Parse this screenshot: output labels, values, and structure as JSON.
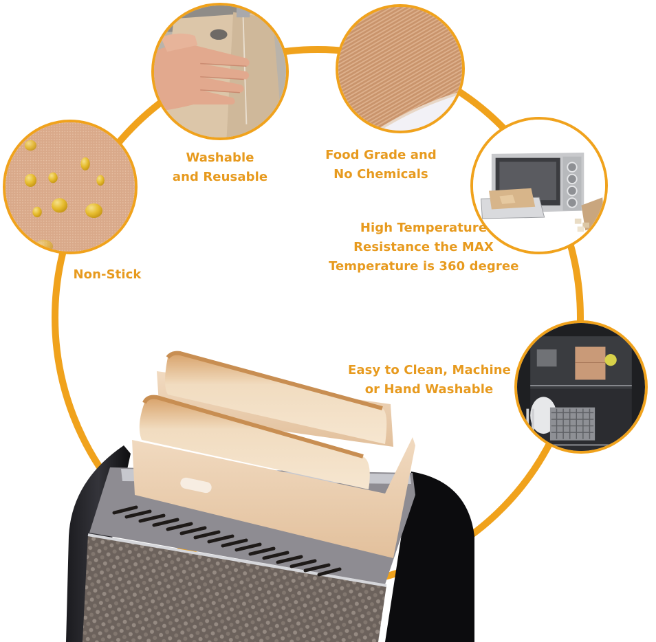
{
  "theme": {
    "accent": "#F0A21C",
    "label_color": "#E79A1E",
    "background": "#FFFFFF"
  },
  "features": [
    {
      "id": "non-stick",
      "lines": [
        "Non-Stick"
      ],
      "image": "ptfe-mesh-with-water-droplets"
    },
    {
      "id": "washable",
      "lines": [
        "Washable",
        "and Reusable"
      ],
      "image": "hand-washing-bag-under-faucet"
    },
    {
      "id": "food-grade",
      "lines": [
        "Food Grade and",
        "No Chemicals"
      ],
      "image": "close-up-fabric-texture"
    },
    {
      "id": "high-temp",
      "lines": [
        "High Temperature",
        "Resistance the MAX",
        "Temperature is 360 degree"
      ],
      "image": "toaster-oven-with-bags"
    },
    {
      "id": "easy-clean",
      "lines": [
        "Easy to Clean, Machine",
        "or Hand Washable"
      ],
      "image": "dishwasher-with-bag"
    }
  ],
  "hero": {
    "image": "toaster-with-bread-in-toaster-bags"
  }
}
